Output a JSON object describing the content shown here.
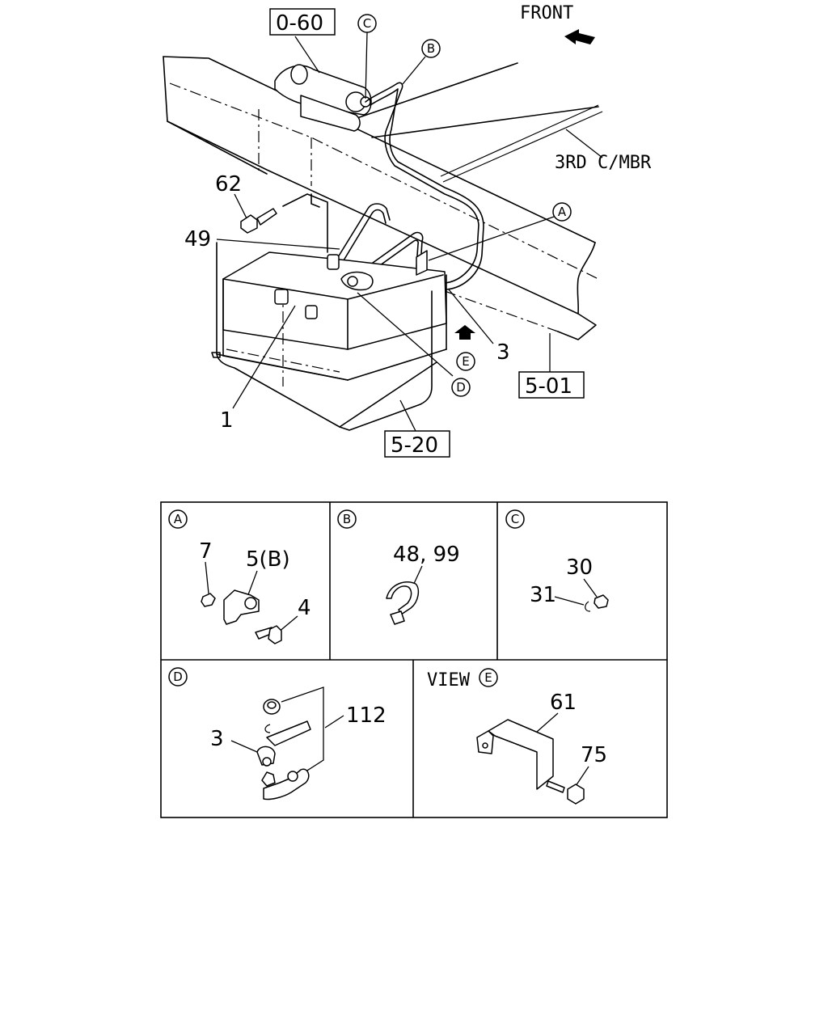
{
  "main": {
    "front": "FRONT",
    "crossmember": "3RD C/MBR",
    "refs": {
      "r060": "0-60",
      "r501": "5-01",
      "r520": "5-20"
    },
    "callouts": {
      "c": "C",
      "b": "B",
      "a": "A",
      "e": "E",
      "d": "D"
    },
    "parts": {
      "p62": "62",
      "p49": "49",
      "p1": "1",
      "p3": "3"
    }
  },
  "details": {
    "a": {
      "letter": "A",
      "p7": "7",
      "p5": "5(B)",
      "p4": "4"
    },
    "b": {
      "letter": "B",
      "p48": "48, 99"
    },
    "c": {
      "letter": "C",
      "p30": "30",
      "p31": "31"
    },
    "d": {
      "letter": "D",
      "p3": "3",
      "p112": "112"
    },
    "e": {
      "view": "VIEW",
      "letter": "E",
      "p61": "61",
      "p75": "75"
    }
  }
}
